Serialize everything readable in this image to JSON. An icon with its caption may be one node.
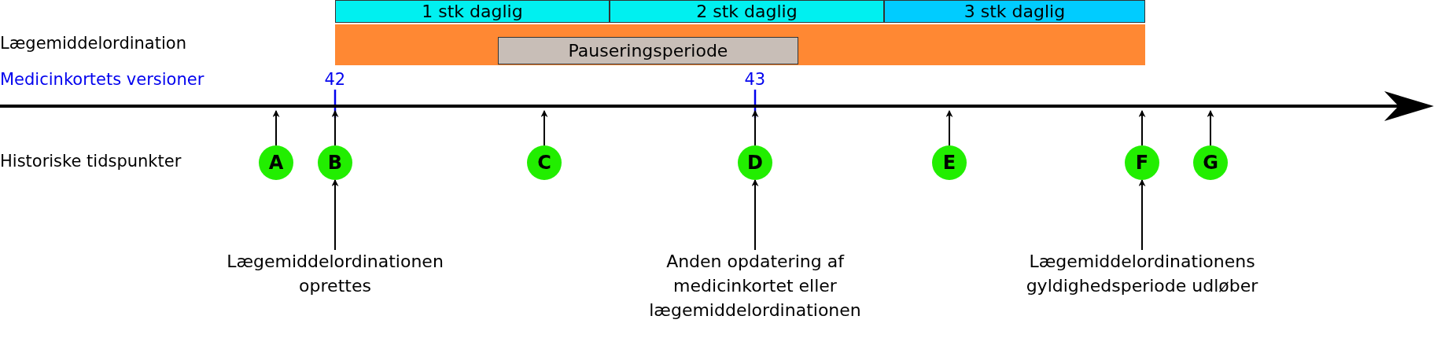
{
  "diagram": {
    "nodes": [
      {
        "text": [
          "1 stk daglig"
        ]
      },
      {
        "text": [
          "2 stk daglig"
        ]
      },
      {
        "text": [
          "3 stk daglig"
        ]
      },
      {
        "text": [],
        "shape": "bar"
      },
      {
        "text": [
          "Pauseringsperiode"
        ],
        "in": 3
      },
      {
        "text": [
          "A"
        ]
      },
      {
        "text": [
          "B"
        ]
      },
      {
        "text": [
          "C"
        ]
      },
      {
        "text": [
          "D"
        ]
      },
      {
        "text": [
          "E"
        ]
      },
      {
        "text": [
          "F"
        ]
      },
      {
        "text": [
          "G"
        ]
      },
      {
        "text": [
          "Lægemiddelordinationen oprettes"
        ]
      },
      {
        "text": [
          "Anden opdatering af medicinkortet eller lægemiddelordinationen"
        ]
      },
      {
        "text": [
          "Lægemiddelordinationens gyldighedsperiode udløber"
        ]
      }
    ],
    "edges": [
      {
        "from": 5,
        "to": null,
        "arrow": "to"
      },
      {
        "from": 6,
        "to": null,
        "arrow": "to"
      },
      {
        "from": 7,
        "to": null,
        "arrow": "to"
      },
      {
        "from": 8,
        "to": null,
        "arrow": "to"
      },
      {
        "from": 9,
        "to": null,
        "arrow": "to"
      },
      {
        "from": 10,
        "to": null,
        "arrow": "to"
      },
      {
        "from": 11,
        "to": null,
        "arrow": "to"
      },
      {
        "from": 12,
        "to": 6,
        "arrow": "to"
      },
      {
        "from": 13,
        "to": 8,
        "arrow": "to"
      },
      {
        "from": 14,
        "to": 10,
        "arrow": "to"
      }
    ],
    "labels": [
      "Lægemiddelordination",
      "Medicinkortets versioner",
      "42",
      "43",
      "Historiske tidspunkter"
    ]
  }
}
